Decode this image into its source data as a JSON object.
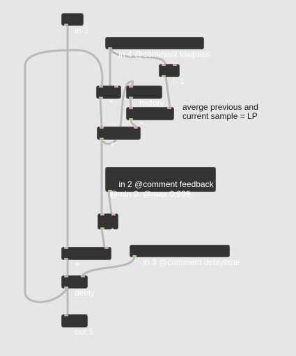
{
  "objects": {
    "in1": "in 1",
    "in4": "in 4 @comment lowpass",
    "not1": "!- 1",
    "history": "history",
    "mul1": "*",
    "mul2": "*",
    "add1": "+",
    "in2": "in 2 @comment feedback\n@min 0. @max 0.999",
    "mul3": "*",
    "add2": "+",
    "in3": "in 3 @comment delaytime",
    "delay": "delay",
    "out1": "out 1"
  },
  "comment": "averge previous and\ncurrent sample = LP",
  "colors": {
    "background": "#e6e6e6",
    "object_fill": "#333333",
    "cord": "#b9b9b9",
    "inlet": "#c7a9ad",
    "outlet": "#a9c2a0"
  }
}
